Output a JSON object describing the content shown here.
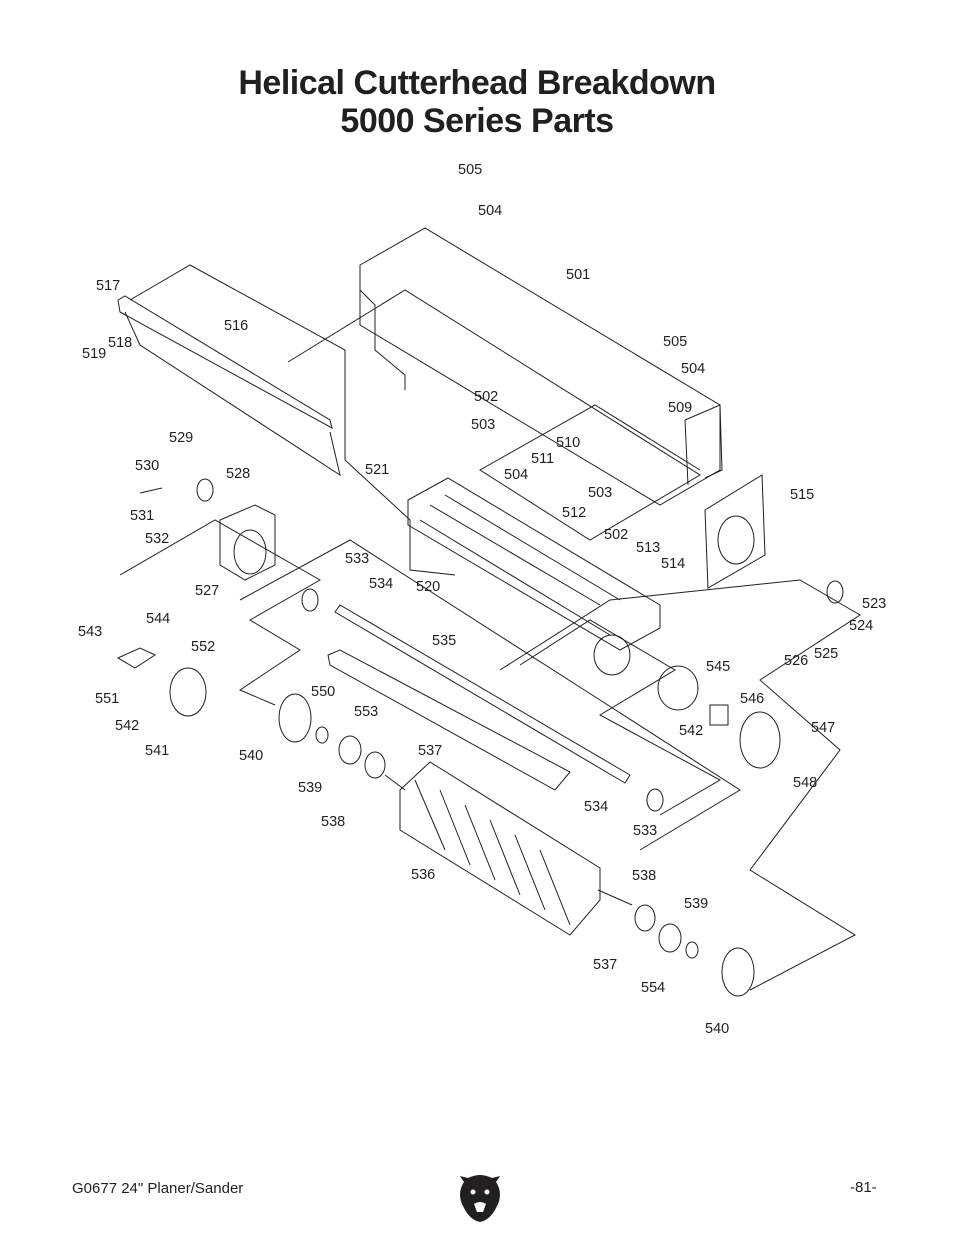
{
  "page": {
    "title_line1": "Helical Cutterhead Breakdown",
    "title_line2": "5000 Series Parts",
    "footer_left": "G0677 24\" Planer/Sander",
    "footer_right": "-81-"
  },
  "logo": {
    "icon": "grizzly-bear-head-icon"
  },
  "colors": {
    "ink": "#231f20",
    "background": "#ffffff"
  },
  "part_labels": [
    "505",
    "504",
    "501",
    "517",
    "516",
    "519",
    "518",
    "505",
    "504",
    "502",
    "503",
    "509",
    "529",
    "530",
    "528",
    "521",
    "510",
    "511",
    "504",
    "503",
    "512",
    "515",
    "531",
    "532",
    "502",
    "513",
    "514",
    "533",
    "534",
    "527",
    "520",
    "543",
    "544",
    "552",
    "535",
    "523",
    "524",
    "526",
    "525",
    "551",
    "545",
    "550",
    "553",
    "546",
    "542",
    "547",
    "542",
    "541",
    "540",
    "537",
    "539",
    "548",
    "534",
    "538",
    "533",
    "536",
    "538",
    "539",
    "537",
    "554",
    "540"
  ]
}
